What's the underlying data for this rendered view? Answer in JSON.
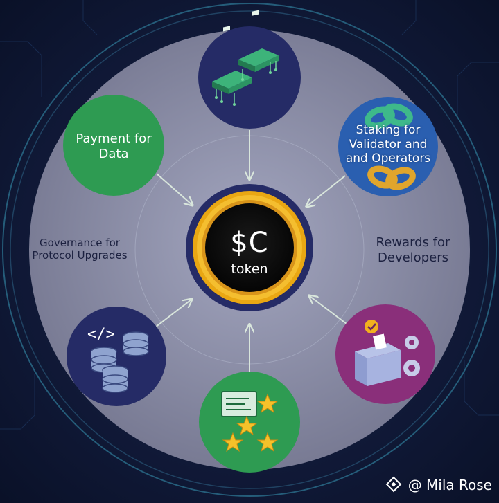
{
  "token": {
    "symbol": "$C",
    "label": "token"
  },
  "nodes": {
    "payment": "Payment for\nData",
    "staking": "Staking for\nValidator and\nand Operators",
    "governance": "Governance for\nProtocol Upgrades",
    "rewards": "Rewards for\nDevelopers"
  },
  "watermark": "@ Mila Rose",
  "icons": {
    "top": "server-boards-icon",
    "top_right": "chain-links-icon",
    "bottom_left": "database-code-icon",
    "bottom": "document-stars-icon",
    "bottom_right": "ballot-box-gears-icon"
  },
  "colors": {
    "background": "#0d1530",
    "disc": "#8d8ea8",
    "token_ring": "#f2b01e",
    "navy_node": "#252b66",
    "green_node": "#2e9b52",
    "blue_node": "#2a5fb0",
    "purple_node": "#8a2f7a",
    "arrow": "#d9e6dc"
  }
}
